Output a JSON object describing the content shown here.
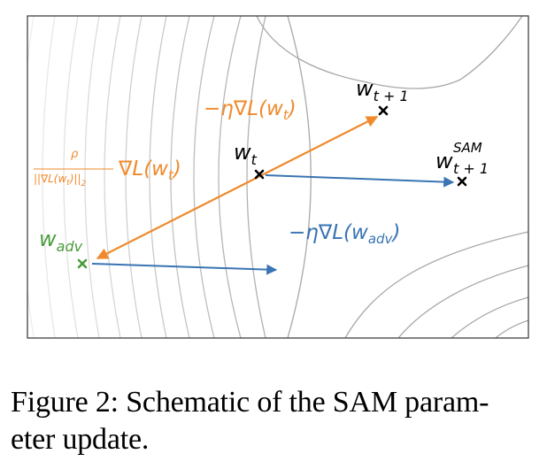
{
  "diagram": {
    "labels": {
      "w_t_base": "w",
      "w_t_sub": "t",
      "w_t1_base": "w",
      "w_t1_sub": "t + 1",
      "w_sam_base": "w",
      "w_sam_sup": "SAM",
      "w_sam_sub": "t + 1",
      "w_adv_base": "w",
      "w_adv_sub": "adv",
      "grad_step": "−η∇L(w",
      "grad_step_sub": "t",
      "grad_step_close": ")",
      "adv_grad_step": "−η∇L(w",
      "adv_grad_step_sub": "adv",
      "adv_grad_step_close": ")",
      "perturb_num": "ρ",
      "perturb_den": "||∇L(w",
      "perturb_den_sub": "t",
      "perturb_den_close": ")||",
      "perturb_den_norm": "2",
      "perturb_grad": "∇L(w",
      "perturb_grad_sub": "t",
      "perturb_grad_close": ")"
    },
    "colors": {
      "orange": "#f08a2c",
      "blue": "#3a74b3",
      "green": "#4a9c3c",
      "contour": "#a9a9a9",
      "marker": "#000000"
    }
  },
  "caption": {
    "line1": "Figure 2: Schematic of the SAM param-",
    "line2": "eter update."
  }
}
